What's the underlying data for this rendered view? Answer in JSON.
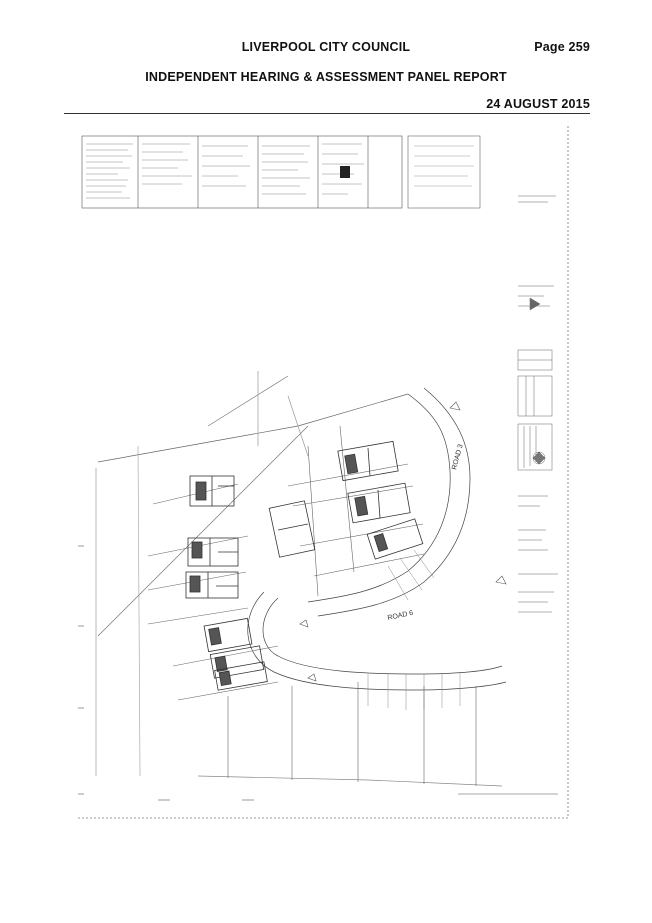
{
  "header": {
    "council": "LIVERPOOL CITY COUNCIL",
    "page": "Page 259",
    "panel": "INDEPENDENT HEARING & ASSESSMENT PANEL REPORT",
    "date": "24 AUGUST 2015"
  },
  "drawing": {
    "road_upper": "ROAD 3",
    "road_lower": "ROAD 6"
  }
}
